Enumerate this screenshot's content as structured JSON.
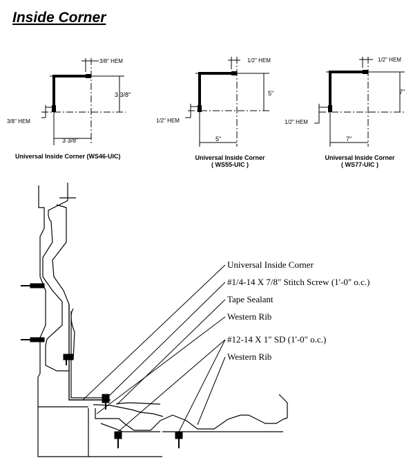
{
  "title": "Inside Corner",
  "profiles": [
    {
      "caption": "Universal Inside Corner (WS46-UIC)",
      "caption_line2": "",
      "top_hem": "3/8\" HEM",
      "left_hem": "3/8\" HEM",
      "height_dim": "3 3/8\"",
      "width_dim": "3 3/8\""
    },
    {
      "caption": "Universal Inside Corner",
      "caption_line2": "( WS55-UIC )",
      "top_hem": "1/2\" HEM",
      "left_hem": "1/2\" HEM",
      "height_dim": "5\"",
      "width_dim": "5\""
    },
    {
      "caption": "Universal Inside Corner",
      "caption_line2": "( WS77-UIC )",
      "top_hem": "1/2\" HEM",
      "left_hem": "1/2\" HEM",
      "height_dim": "7\"",
      "width_dim": "7\""
    }
  ],
  "callouts": [
    "Universal Inside Corner",
    "#1/4-14 X 7/8\" Stitch Screw (1'-0\" o.c.)",
    "Tape Sealant",
    "Western Rib",
    "#12-14 X 1\" SD (1'-0\" o.c.)",
    "Western Rib"
  ],
  "colors": {
    "ink": "#000000",
    "background": "#ffffff"
  }
}
